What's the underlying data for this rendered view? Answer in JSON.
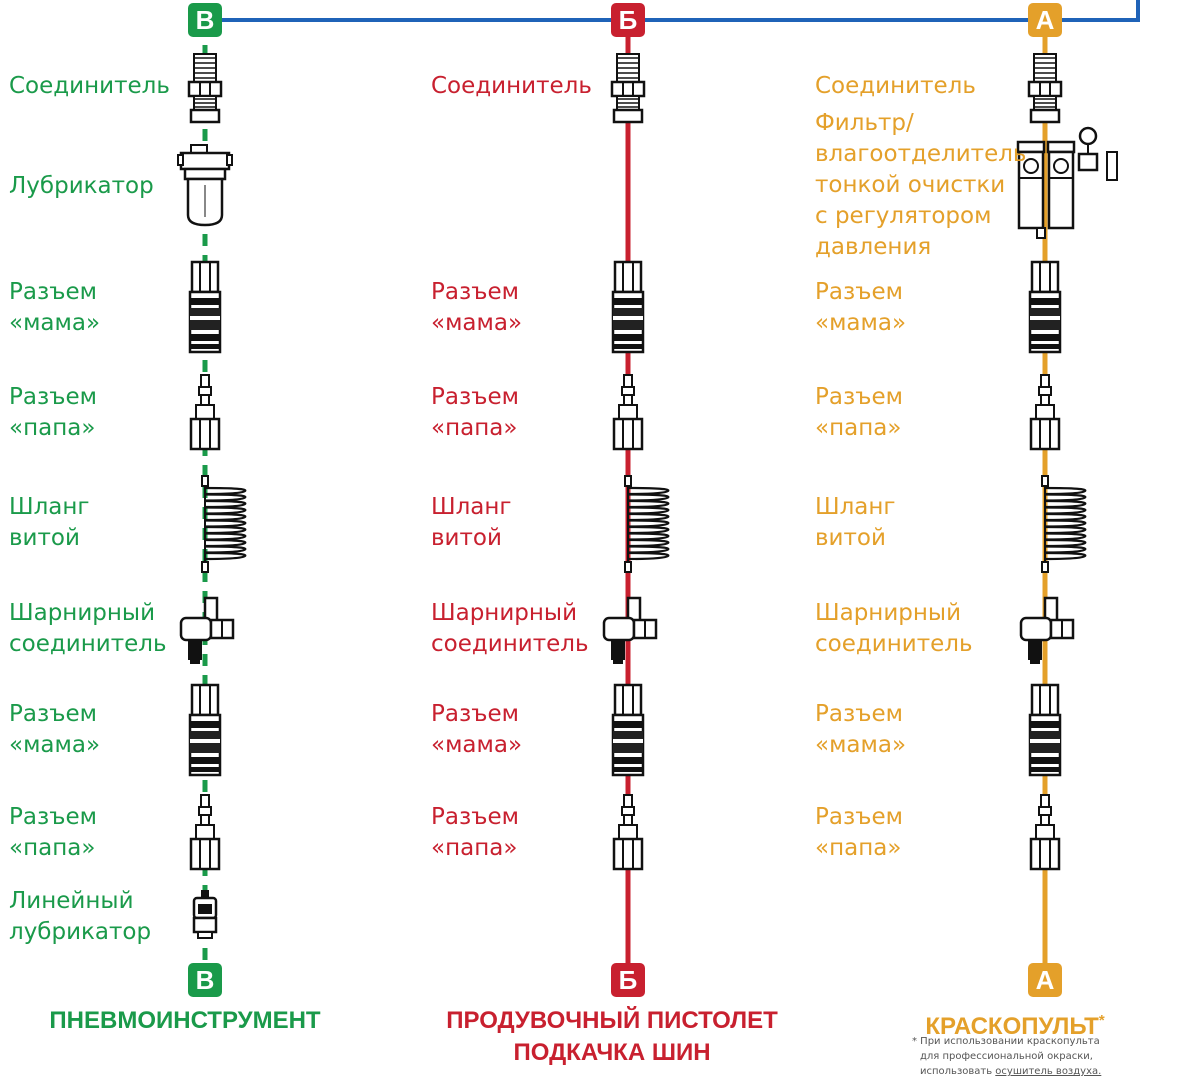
{
  "colors": {
    "green": "#1a9a4a",
    "red": "#c8202f",
    "orange": "#e4a02a",
    "blue": "#1f63b8"
  },
  "columns": [
    {
      "id": "v",
      "badge": "В",
      "color": "#1a9a4a",
      "labels": [
        "Соединитель",
        "Лубрикатор",
        "Разъем\n«мама»",
        "Разъем\n«папа»",
        "Шланг\nвитой",
        "Шарнирный\nсоединитель",
        "Разъем\n«мама»",
        "Разъем\n«папа»",
        "Линейный\nлубрикатор"
      ],
      "components": [
        "connector-icon",
        "lubricator-icon",
        "female-coupler-icon",
        "male-plug-icon",
        "coiled-hose-icon",
        "swivel-connector-icon",
        "female-coupler-icon",
        "male-plug-icon",
        "inline-lubricator-icon"
      ],
      "title_lines": [
        "ПНЕВМОИНСТРУМЕНТ"
      ]
    },
    {
      "id": "b",
      "badge": "Б",
      "color": "#c8202f",
      "labels": [
        "Соединитель",
        "Разъем\n«мама»",
        "Разъем\n«папа»",
        "Шланг\nвитой",
        "Шарнирный\nсоединитель",
        "Разъем\n«мама»",
        "Разъем\n«папа»"
      ],
      "components": [
        "connector-icon",
        "female-coupler-icon",
        "male-plug-icon",
        "coiled-hose-icon",
        "swivel-connector-icon",
        "female-coupler-icon",
        "male-plug-icon"
      ],
      "title_lines": [
        "ПРОДУВОЧНЫЙ ПИСТОЛЕТ",
        "ПОДКАЧКА ШИН"
      ]
    },
    {
      "id": "a",
      "badge": "А",
      "color": "#e4a02a",
      "labels": [
        "Соединитель",
        "Фильтр/\nвлагоотделитель\nтонкой очистки\nс регулятором\nдавления",
        "Разъем\n«мама»",
        "Разъем\n«папа»",
        "Шланг\nвитой",
        "Шарнирный\nсоединитель",
        "Разъем\n«мама»",
        "Разъем\n«папа»"
      ],
      "components": [
        "connector-icon",
        "filter-regulator-icon",
        "female-coupler-icon",
        "male-plug-icon",
        "coiled-hose-icon",
        "swivel-connector-icon",
        "female-coupler-icon",
        "male-plug-icon"
      ],
      "title_lines": [
        "КРАСКОПУЛЬТ"
      ],
      "title_mark": "*"
    }
  ],
  "footnote": {
    "line1": "* При использовании краскопульта",
    "line2": "для профессиональной окраски,",
    "line3_prefix": "использовать ",
    "line3_link": "осушитель воздуха."
  }
}
